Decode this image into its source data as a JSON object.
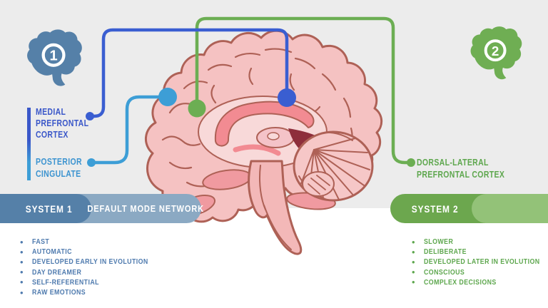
{
  "palette": {
    "background_gray": "#ececec",
    "background_white": "#ffffff",
    "steel_blue": "#5580a8",
    "steel_blue_light": "#8ba9c3",
    "royal_blue": "#3a5ed1",
    "sky_blue": "#3d9ed6",
    "green": "#6cae53",
    "green_light": "#93c278",
    "brain_pink": "#f5c2c2",
    "brain_outline": "#ae6156"
  },
  "system1": {
    "icon_number": "1",
    "banner_label": "SYSTEM 1",
    "banner_sublabel": "DEFAULT MODE NETWORK",
    "regions": {
      "medial_prefrontal_cortex": [
        "MEDIAL",
        "PREFRONTAL",
        "CORTEX"
      ],
      "posterior_cingulate": [
        "POSTERIOR",
        "CINGULATE"
      ]
    },
    "traits": [
      "FAST",
      "AUTOMATIC",
      "DEVELOPED EARLY IN EVOLUTION",
      "DAY DREAMER",
      "SELF-REFERENTIAL",
      "RAW EMOTIONS"
    ]
  },
  "system2": {
    "icon_number": "2",
    "banner_label": "SYSTEM 2",
    "regions": {
      "dorsal_lateral_prefrontal_cortex": [
        "DORSAL-LATERAL",
        "PREFRONTAL CORTEX"
      ]
    },
    "traits": [
      "SLOWER",
      "DELIBERATE",
      "DEVELOPED LATER IN EVOLUTION",
      "CONSCIOUS",
      "COMPLEX DECISIONS"
    ]
  }
}
